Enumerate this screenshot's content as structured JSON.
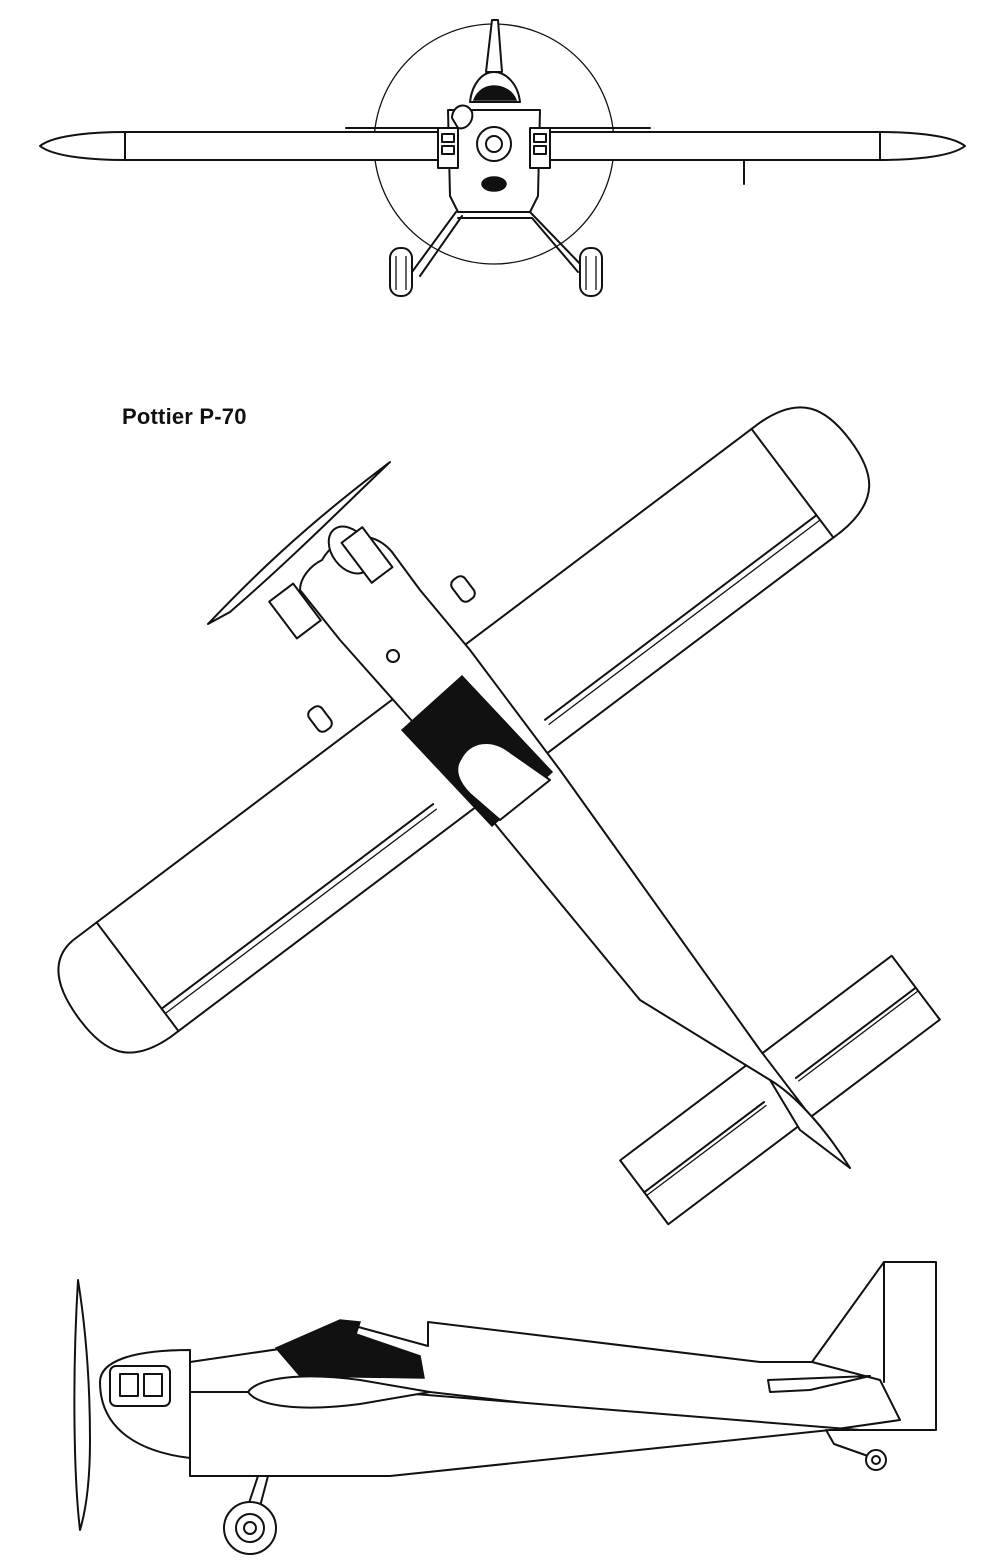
{
  "drawing": {
    "title": "Pottier P-70",
    "views": [
      "front-view",
      "top-view",
      "side-view"
    ]
  }
}
